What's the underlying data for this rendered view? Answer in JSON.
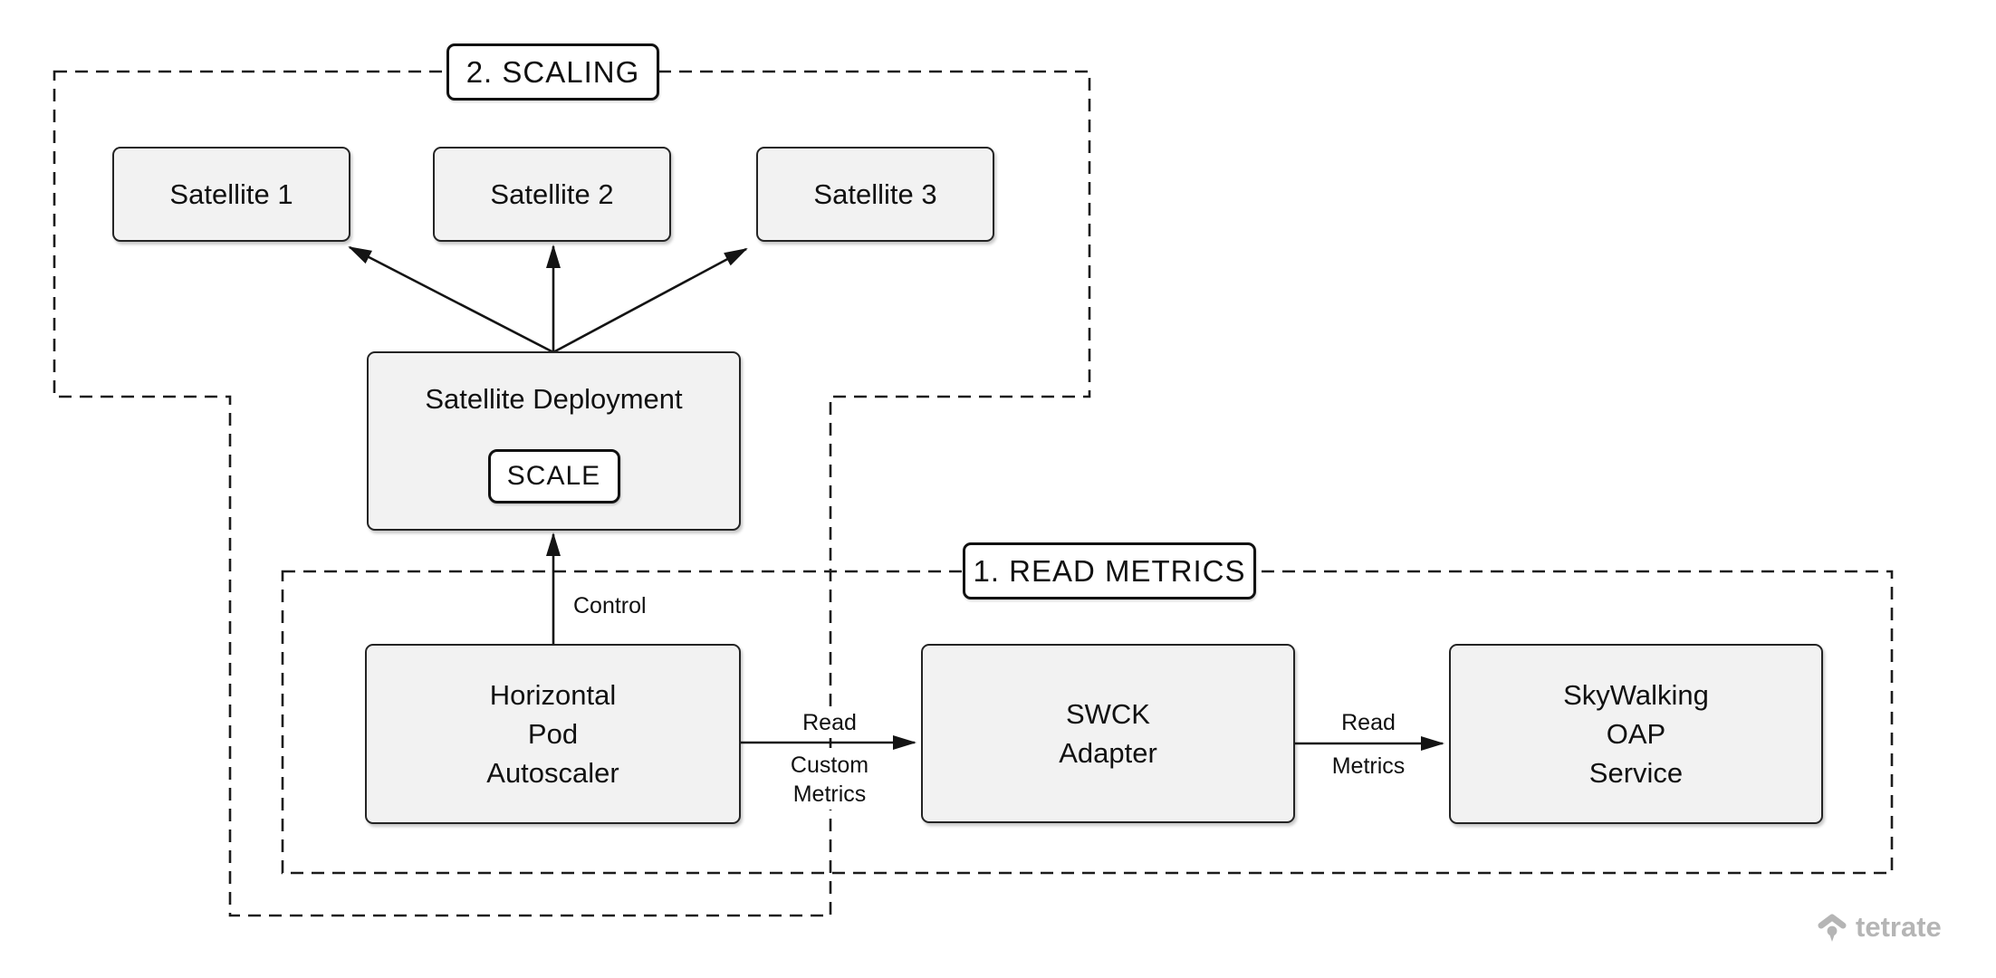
{
  "regions": {
    "scaling": {
      "label": "2. SCALING"
    },
    "read_metrics": {
      "label": "1. READ METRICS"
    }
  },
  "nodes": {
    "satellite1": {
      "label": "Satellite 1"
    },
    "satellite2": {
      "label": "Satellite 2"
    },
    "satellite3": {
      "label": "Satellite 3"
    },
    "deployment": {
      "label": "Satellite Deployment",
      "badge": "SCALE"
    },
    "hpa": {
      "label": "Horizontal\nPod\nAutoscaler"
    },
    "swck": {
      "label": "SWCK\nAdapter"
    },
    "oap": {
      "label": "SkyWalking\nOAP\nService"
    }
  },
  "edges": {
    "control": {
      "label": "Control"
    },
    "read_custom": {
      "label_above": "Read",
      "label_below": "Custom\nMetrics"
    },
    "read_metrics": {
      "label_above": "Read",
      "label_below": "Metrics"
    }
  },
  "footer": {
    "brand": "tetrate"
  },
  "colors": {
    "node_fill": "#f2f2f2",
    "line": "#1c1c1c",
    "text": "#111111",
    "brand_gray": "#b5b5b5",
    "background": "#ffffff"
  }
}
